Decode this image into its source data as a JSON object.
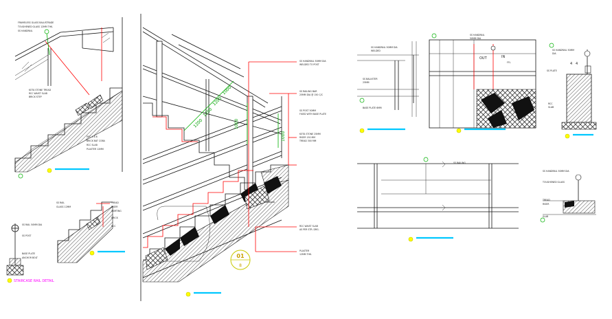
{
  "main_section": {
    "callout_number": "01",
    "callout_sheet": "8",
    "dim_vertical_1": "1000",
    "dim_vertical_2": "1000",
    "dim_diag_1": "1200",
    "dim_diag_2": "1200",
    "dim_diag_3": "1200",
    "dim_diag_4": "1000"
  },
  "small_detail": {
    "dim_1": "4",
    "dim_2": "4",
    "label_out": "OUT",
    "label_in": "IN"
  },
  "bottom_left_title": "STAIRCASE RAIL DETAIL",
  "colors": {
    "linework": "#111111",
    "dimension_red": "#ff0000",
    "leader_green": "#00b000",
    "title_bar_cyan": "#00c8ff",
    "callout_yellow": "#ffff00",
    "title_magenta": "#ff00ff"
  }
}
